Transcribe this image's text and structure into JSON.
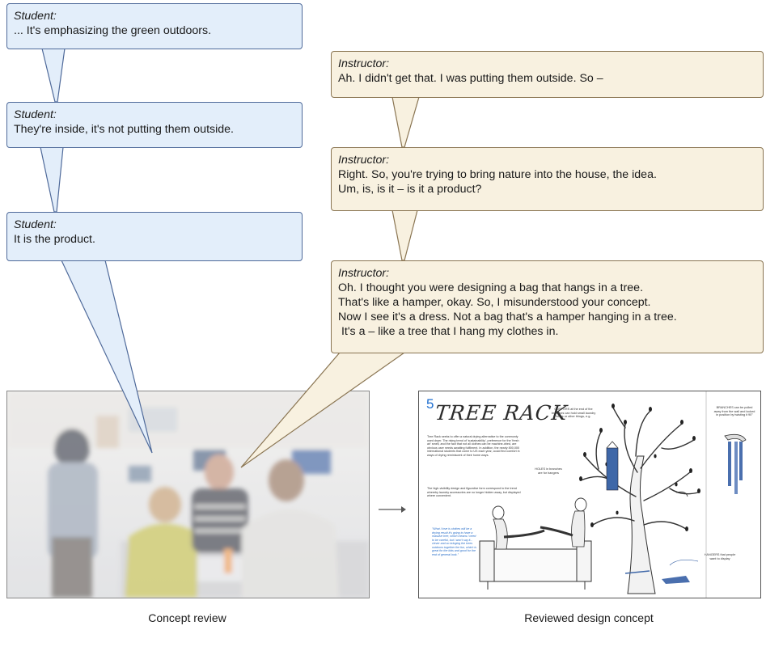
{
  "student_bubbles": [
    {
      "speaker": "Student:",
      "lines": [
        "... It's emphasizing the green outdoors."
      ]
    },
    {
      "speaker": "Student:",
      "lines": [
        "They're inside, it's not putting them outside."
      ]
    },
    {
      "speaker": "Student:",
      "lines": [
        "It is the product."
      ]
    }
  ],
  "instructor_bubbles": [
    {
      "speaker": "Instructor:",
      "lines": [
        "Ah. I didn't get that. I was putting them outside. So –"
      ]
    },
    {
      "speaker": "Instructor:",
      "lines": [
        "Right. So, you're trying to bring nature into the house, the idea.",
        "Um, is, is it – is it a product?"
      ]
    },
    {
      "speaker": "Instructor:",
      "lines": [
        "Oh. I thought you were designing a bag that hangs in a tree.",
        "That's like a hamper, okay. So, I misunderstood your concept.",
        "Now I see it's a dress. Not a bag that's a hamper hanging in a tree.",
        " It's a – like a tree that I hang my clothes in."
      ]
    }
  ],
  "captions": {
    "left": "Concept review",
    "right": "Reviewed design concept"
  },
  "sketch": {
    "page_number": "5",
    "title": "TREE RACK",
    "body_text": "Tree Rack seeks to offer a natural drying alternative to the commonly used dryer. The rising trend of 'sustainability', preference for the 'fresh air' smell, and the fact that not all clothes can be machine-dried, are obvious user needs awaiting fulfilment. In addition, the nearly 800,000 international students that come to US each year, could find comfort in ways of drying reminiscent of their home ways.",
    "body_text_2": "The high-visibility design and figurative form correspond to the trend whereby laundry accessories are no longer hidden away, but displayed where convenient.",
    "quote": "\"What I love is clothes will be a drying result it's going to have a massive tree, which means I need to be careful, but I won't say it... clever and so bringing the trees outdoors together the fun, which is great for the kids and good for the end of general look.\"",
    "note_clippers": "CLIPPERS at the end of the branches can hold small laundry items or other things, e.g.",
    "note_holes": "HOLES in branches are for hangers",
    "note_branches": "BRANCHES can be pulled away from the wall and locked in position by twisting it 90°",
    "note_hangers": "HANGERS that people want to display"
  },
  "colors": {
    "student_fill": "#e3eefa",
    "student_border": "#4f6a9a",
    "instructor_fill": "#f8f1e0",
    "instructor_border": "#8a7552"
  }
}
